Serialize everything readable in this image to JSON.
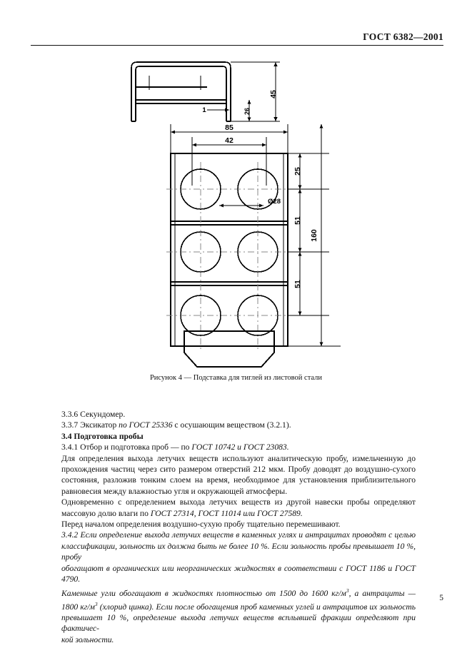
{
  "document": {
    "standard_header": "ГОСТ 6382—2001",
    "page_number": "5"
  },
  "figure": {
    "caption": "Рисунок 4 — Подставка для тиглей из листовой стали",
    "dimensions": {
      "side_height": "45",
      "side_leg": "26",
      "thickness": "1",
      "plan_width_outer": "85",
      "plan_width_inner": "42",
      "hole_diameter": "Ø28",
      "pitch_top": "25",
      "pitch_mid1": "51",
      "pitch_mid2": "51",
      "overall_length": "160"
    }
  },
  "body": {
    "item_336": "3.3.6  Секундомер.",
    "item_337_a": "3.3.7  Эксикатор ",
    "item_337_i": "по ГОСТ 25336",
    "item_337_b": " с осушающим веществом (3.2.1).",
    "heading_34": "3.4  Подготовка пробы",
    "item_341_a": "3.4.1  Отбор и подготовка проб — по ",
    "item_341_i": "ГОСТ 10742 и ГОСТ 23083.",
    "p1_l1": "Для определения выхода летучих веществ используют аналитическую пробу, измельченную до",
    "p1_l2": "прохождения частиц через сито размером отверстий 212 мкм. Пробу доводят до воздушно-сухого",
    "p1_l3": "состояния, разложив тонким слоем на время, необходимое для установления приблизительного",
    "p1_l4": "равновесия между влажностью угля и окружающей атмосферы.",
    "p2_l1": "Одновременно с определением выхода летучих веществ из другой навески пробы определяют",
    "p2_l2a": "массовую долю влаги по ",
    "p2_l2i": "ГОСТ 27314, ГОСТ 11014 или ГОСТ 27589.",
    "p3_l1": "Перед началом определения воздушно-сухую пробу тщательно перемешивают.",
    "p4_l1": "3.4.2  Если определение выхода летучих веществ в каменных углях и антрацитах проводят с целью",
    "p4_l2": "классификации, зольность их должна быть не более 10 %. Если зольность пробы превышает 10 %, пробу",
    "p4_l3": "обогащают в органических или неорганических жидкостях в соответствии с ГОСТ 1186 и ГОСТ 4790.",
    "p5_l1a": "Каменные угли обогащают в жидкостях плотностью от 1500 до 1600 кг/м",
    "p5_l1sup": "3",
    "p5_l1b": ", а антрациты —",
    "p5_l2a": "1800 кг/м",
    "p5_l2sup": "3",
    "p5_l2b": " (хлорид цинка). Если после обогащения проб каменных углей и антрацитов их зольность",
    "p5_l3": "превышает 10 %, определение выхода летучих веществ всплывшей фракции определяют при фактичес-",
    "p5_l4": "кой зольности."
  }
}
